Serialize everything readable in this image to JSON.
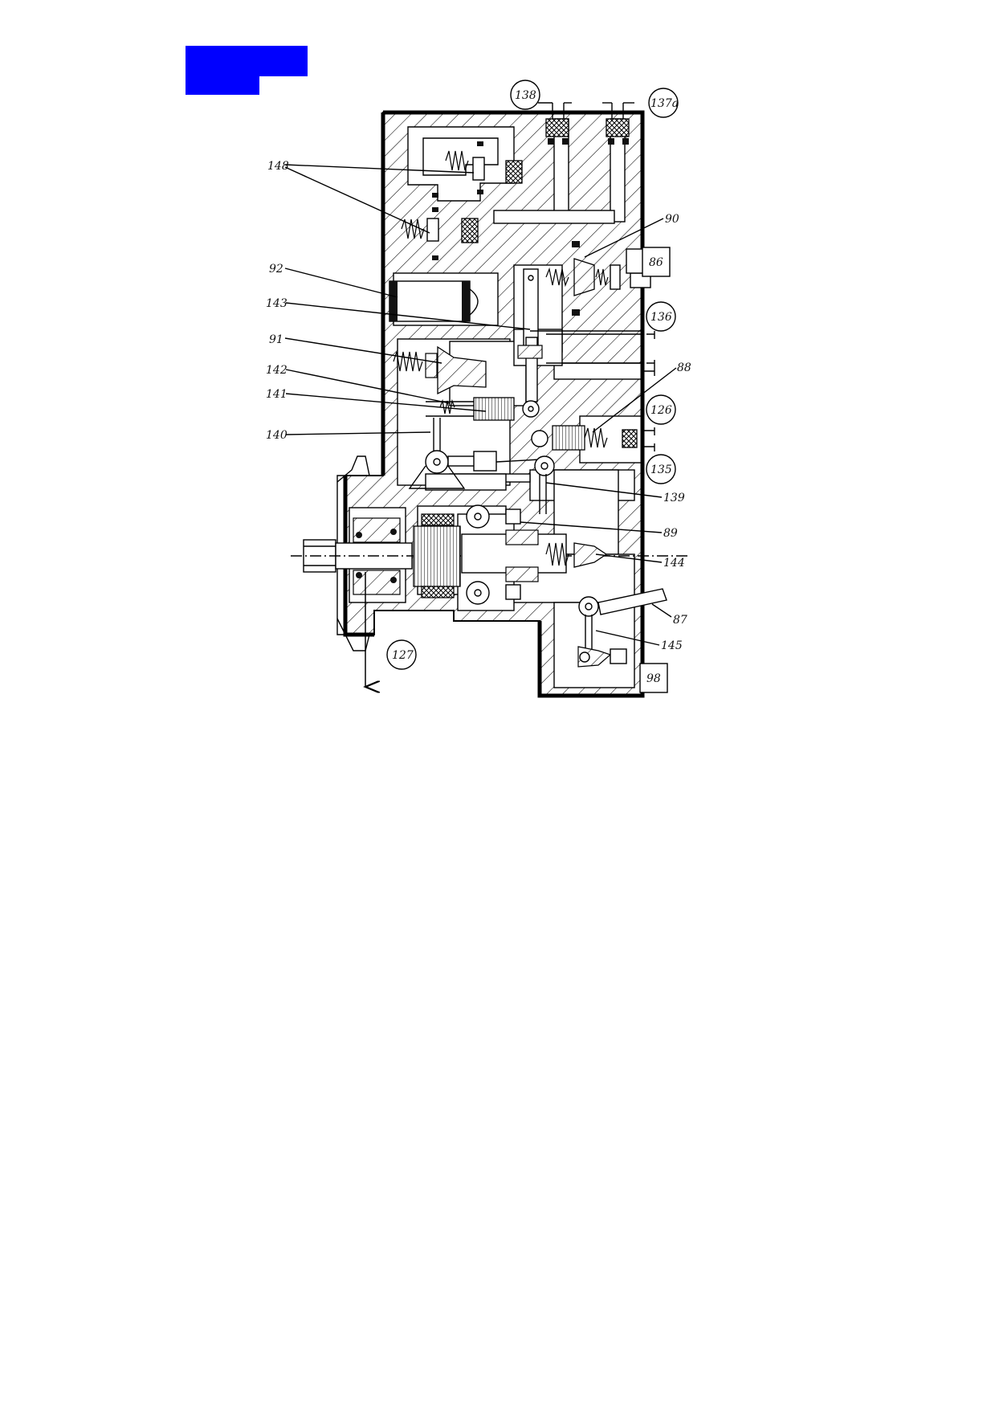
{
  "tag": {
    "color": "#0000ff"
  },
  "figure": {
    "callouts_left": [
      "148",
      "92",
      "143",
      "91",
      "142",
      "141",
      "140"
    ],
    "callouts_right": [
      "90",
      "86",
      "88",
      "139",
      "89",
      "144",
      "87",
      "145",
      "98"
    ],
    "ports": [
      "138",
      "137a",
      "136",
      "126",
      "135",
      "127"
    ]
  }
}
